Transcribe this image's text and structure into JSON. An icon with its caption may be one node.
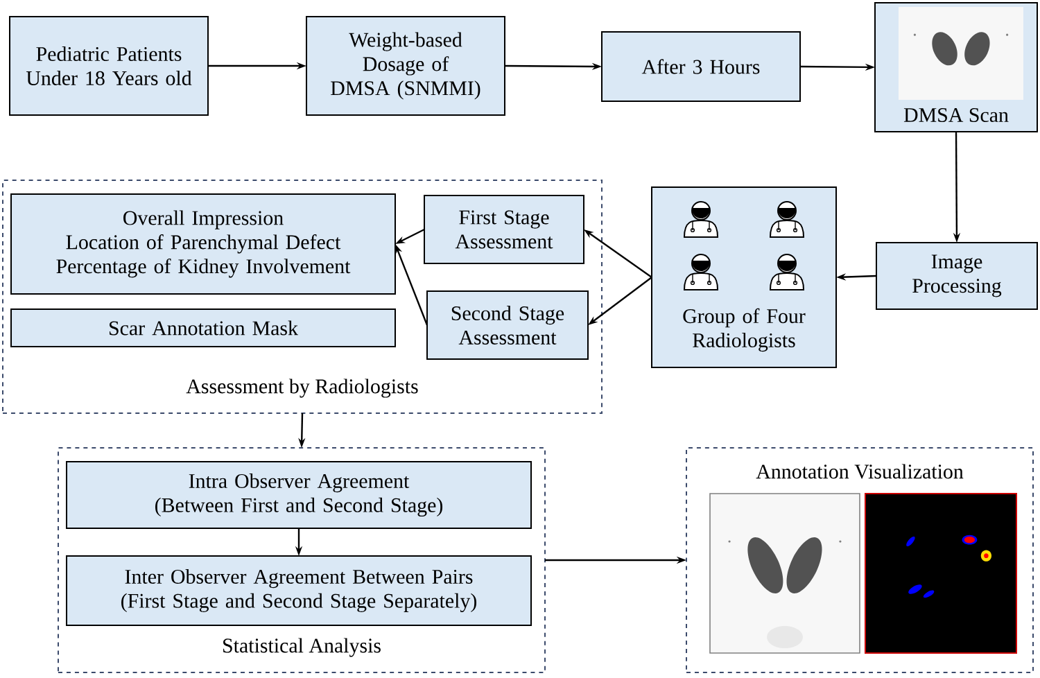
{
  "diagram": {
    "nodes": [
      {
        "text": [
          "Pediatric Patients Under 18 Years old"
        ]
      },
      {
        "text": [
          "Weight-based Dosage of DMSA (SNMMI)"
        ]
      },
      {
        "text": [
          "After 3 Hours"
        ]
      },
      {
        "text": [
          "DMSA Scan"
        ]
      },
      {
        "text": [],
        "shape": "picture",
        "in": 3
      },
      {
        "text": [
          "Image Processing"
        ]
      },
      {
        "text": [
          "Group of Four Radiologists"
        ]
      },
      {
        "text": [
          "Assessment by Radiologists"
        ]
      },
      {
        "text": [
          "Overall Impression",
          "Location of Parenchymal Defect",
          "Percentage of Kidney Involvement"
        ],
        "in": 7
      },
      {
        "text": [
          "Scar Annotation Mask"
        ],
        "in": 7
      },
      {
        "text": [
          "First Stage Assessment"
        ],
        "in": 7
      },
      {
        "text": [
          "Second Stage Assessment"
        ],
        "in": 7
      },
      {
        "text": [
          "Statistical Analysis"
        ]
      },
      {
        "text": [
          "Intra Observer Agreement (Between First and Second Stage)"
        ],
        "in": 12
      },
      {
        "text": [
          "Inter Observer Agreement Between Pairs (First Stage and Second Stage Separately)"
        ],
        "in": 12
      },
      {
        "text": [
          "Annotation Visualization"
        ]
      },
      {
        "text": [],
        "shape": "picture",
        "in": 15
      },
      {
        "text": [],
        "shape": "picture",
        "in": 15
      }
    ],
    "edges": [
      {
        "from": 0,
        "to": 1,
        "arrow": "to"
      },
      {
        "from": 1,
        "to": 2,
        "arrow": "to"
      },
      {
        "from": 2,
        "to": 3,
        "arrow": "to"
      },
      {
        "from": 3,
        "to": 5,
        "arrow": "to"
      },
      {
        "from": 5,
        "to": 6,
        "arrow": "to"
      },
      {
        "from": 6,
        "to": 10,
        "arrow": "to"
      },
      {
        "from": 6,
        "to": 11,
        "arrow": "to"
      },
      {
        "from": 10,
        "to": 8,
        "arrow": "to"
      },
      {
        "from": 11,
        "to": 8,
        "arrow": "to"
      },
      {
        "from": 7,
        "to": 12,
        "arrow": "to"
      },
      {
        "from": 13,
        "to": 14,
        "arrow": "to"
      },
      {
        "from": 12,
        "to": 15,
        "arrow": "to"
      }
    ]
  }
}
